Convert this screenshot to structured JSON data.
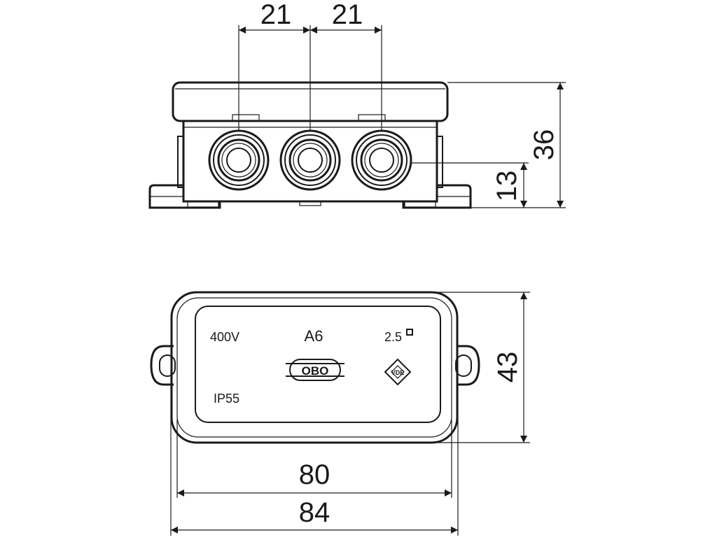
{
  "dimensions": {
    "spacing_left": "21",
    "spacing_right": "21",
    "total_height": "36",
    "entry_height": "13",
    "cover_depth": "43",
    "inner_width": "80",
    "outer_width": "84"
  },
  "markings": {
    "voltage": "400V",
    "model": "A6",
    "cross_section": "2.5",
    "protection": "IP55",
    "brand": "OBO",
    "certification": "VDE"
  }
}
